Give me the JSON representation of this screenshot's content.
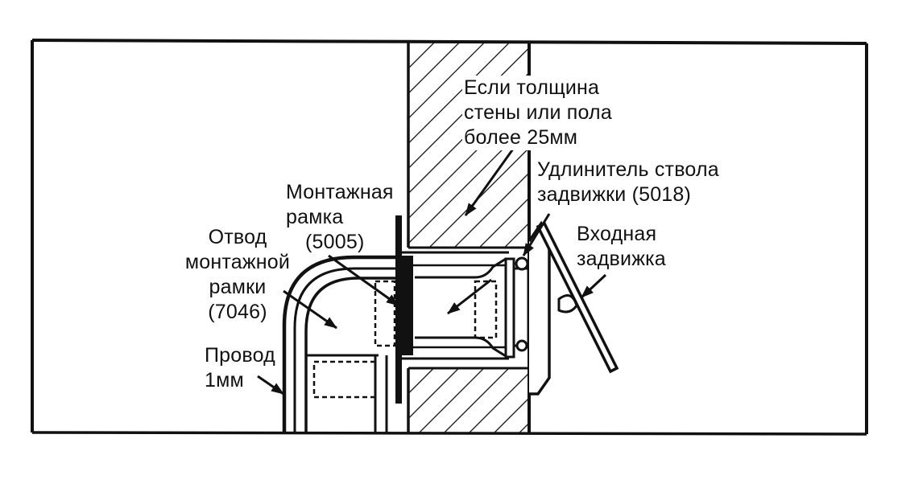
{
  "labels": {
    "wall_thickness": [
      "Если толщина",
      "стены или пола",
      "более 25мм"
    ],
    "extension": [
      "Удлинитель ствола",
      "задвижки (5018)"
    ],
    "mounting_frame": [
      "Монтажная",
      "рамка",
      "(5005)"
    ],
    "frame_elbow": [
      "Отвод",
      "монтажной",
      "рамки",
      "(7046)"
    ],
    "inlet_valve": [
      "Входная",
      "задвижка"
    ],
    "wire": [
      "Провод",
      "1мм"
    ]
  },
  "colors": {
    "ink": "#111111",
    "background": "#ffffff"
  }
}
